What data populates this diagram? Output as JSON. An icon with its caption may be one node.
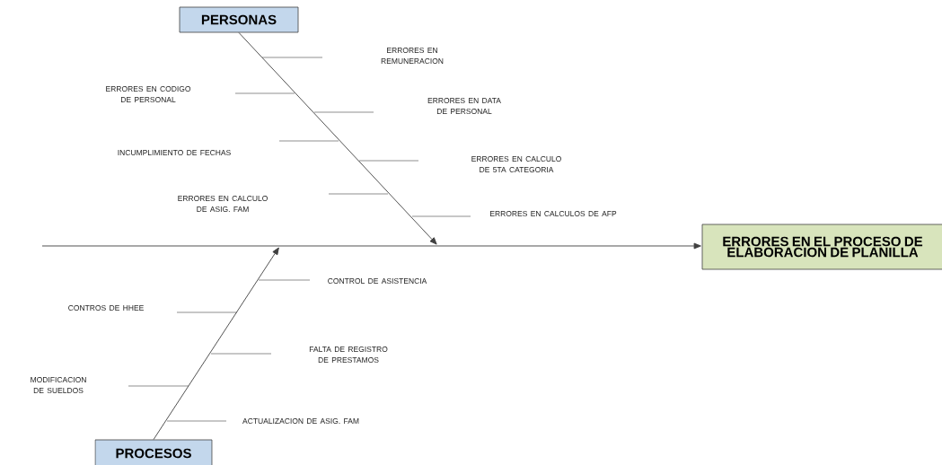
{
  "diagram": {
    "nodes": [
      {
        "text": [
          "PERSONAS"
        ]
      },
      {
        "text": [
          "PROCESOS"
        ]
      },
      {
        "text": [
          "ERRORES EN EL PROCESO DE ELABORACION DE PLANILLA"
        ]
      }
    ],
    "edges": [
      {
        "from": null,
        "to": 2,
        "arrow": "to"
      },
      {
        "from": 0,
        "to": null,
        "arrow": "to"
      },
      {
        "from": 1,
        "to": null,
        "arrow": "to"
      }
    ],
    "labels": [
      "ERRORES EN REMUNERACION",
      "ERRORES EN CODIGO DE PERSONAL",
      "ERRORES EN DATA DE PERSONAL",
      "INCUMPLIMIENTO DE FECHAS",
      "ERRORES EN CALCULO DE 5TA CATEGORIA",
      "ERRORES EN CALCULO DE ASIG. FAM",
      "ERRORES EN CALCULOS DE AFP",
      "CONTROL DE ASISTENCIA",
      "CONTROS DE HHEE",
      "FALTA DE REGISTRO DE PRESTAMOS",
      "MODIFICACION DE SUELDOS",
      "ACTUALIZACION DE ASIG. FAM"
    ]
  }
}
